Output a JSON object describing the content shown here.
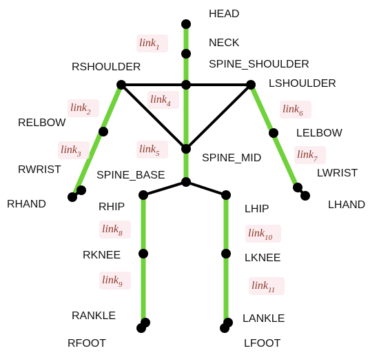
{
  "joints": {
    "head": "HEAD",
    "neck": "NECK",
    "spine_shoulder": "SPINE_SHOULDER",
    "rshoulder": "RSHOULDER",
    "lshoulder": "LSHOULDER",
    "relbow": "RELBOW",
    "lelbow": "LELBOW",
    "rwrist": "RWRIST",
    "lwrist": "LWRIST",
    "rhand": "RHAND",
    "lhand": "LHAND",
    "spine_mid": "SPINE_MID",
    "spine_base": "SPINE_BASE",
    "rhip": "RHIP",
    "lhip": "LHIP",
    "rknee": "RKNEE",
    "lknee": "LKNEE",
    "rankle": "RANKLE",
    "lankle": "LANKLE",
    "rfoot": "RFOOT",
    "lfoot": "LFOOT"
  },
  "links": {
    "l1": {
      "base": "link",
      "sub": "1"
    },
    "l2": {
      "base": "link",
      "sub": "2"
    },
    "l3": {
      "base": "link",
      "sub": "3"
    },
    "l4": {
      "base": "link",
      "sub": "4"
    },
    "l5": {
      "base": "link",
      "sub": "5"
    },
    "l6": {
      "base": "link",
      "sub": "6"
    },
    "l7": {
      "base": "link",
      "sub": "7"
    },
    "l8": {
      "base": "link",
      "sub": "8"
    },
    "l9": {
      "base": "link",
      "sub": "9"
    },
    "l10": {
      "base": "link",
      "sub": "10"
    },
    "l11": {
      "base": "link",
      "sub": "11"
    }
  },
  "colors": {
    "link_green": "#6fd23a",
    "bone_black": "#000000",
    "link_text": "#8a3a2a"
  }
}
